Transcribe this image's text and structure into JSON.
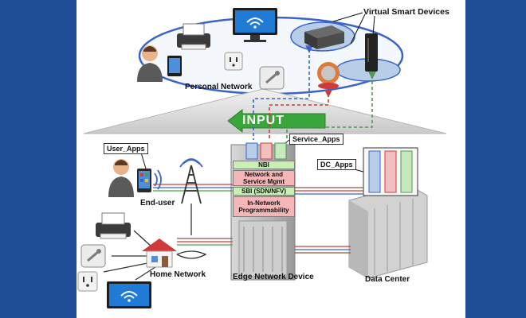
{
  "diagram": {
    "labels": {
      "virtual_smart_devices": "Virtual Smart Devices",
      "personal_network": "Personal Network",
      "input": "INPUT",
      "user_apps": "User_Apps",
      "service_apps": "Service_Apps",
      "dc_apps": "DC_Apps",
      "end_user": "End-user",
      "home_network": "Home Network",
      "edge_network_device": "Edge Network Device",
      "data_center": "Data Center"
    },
    "edge_stack": [
      {
        "label": "NBI",
        "color": "#c8f0b4"
      },
      {
        "label": "Network and Service Mgmt",
        "color": "#f4b6b6"
      },
      {
        "label": "SBI (SDN/NFV)",
        "color": "#c8f0b4"
      },
      {
        "label": "In-Network Programmability",
        "color": "#f4b6b6"
      }
    ],
    "colors": {
      "background": "#1f4e96",
      "arrow_green": "#3aa53a",
      "red_line": "#d23a3a",
      "blue_line": "#3a64c8",
      "green_line": "#4c9a4c",
      "brown_line": "#8a5a3a"
    },
    "icons": [
      "printer-icon",
      "tv-icon",
      "router-icon",
      "user-icon",
      "tablet-icon",
      "socket-icon",
      "thermostat-icon",
      "smoke-detector-icon",
      "tower-icon",
      "server-rack-icon",
      "house-icon",
      "laptop-icon"
    ]
  }
}
